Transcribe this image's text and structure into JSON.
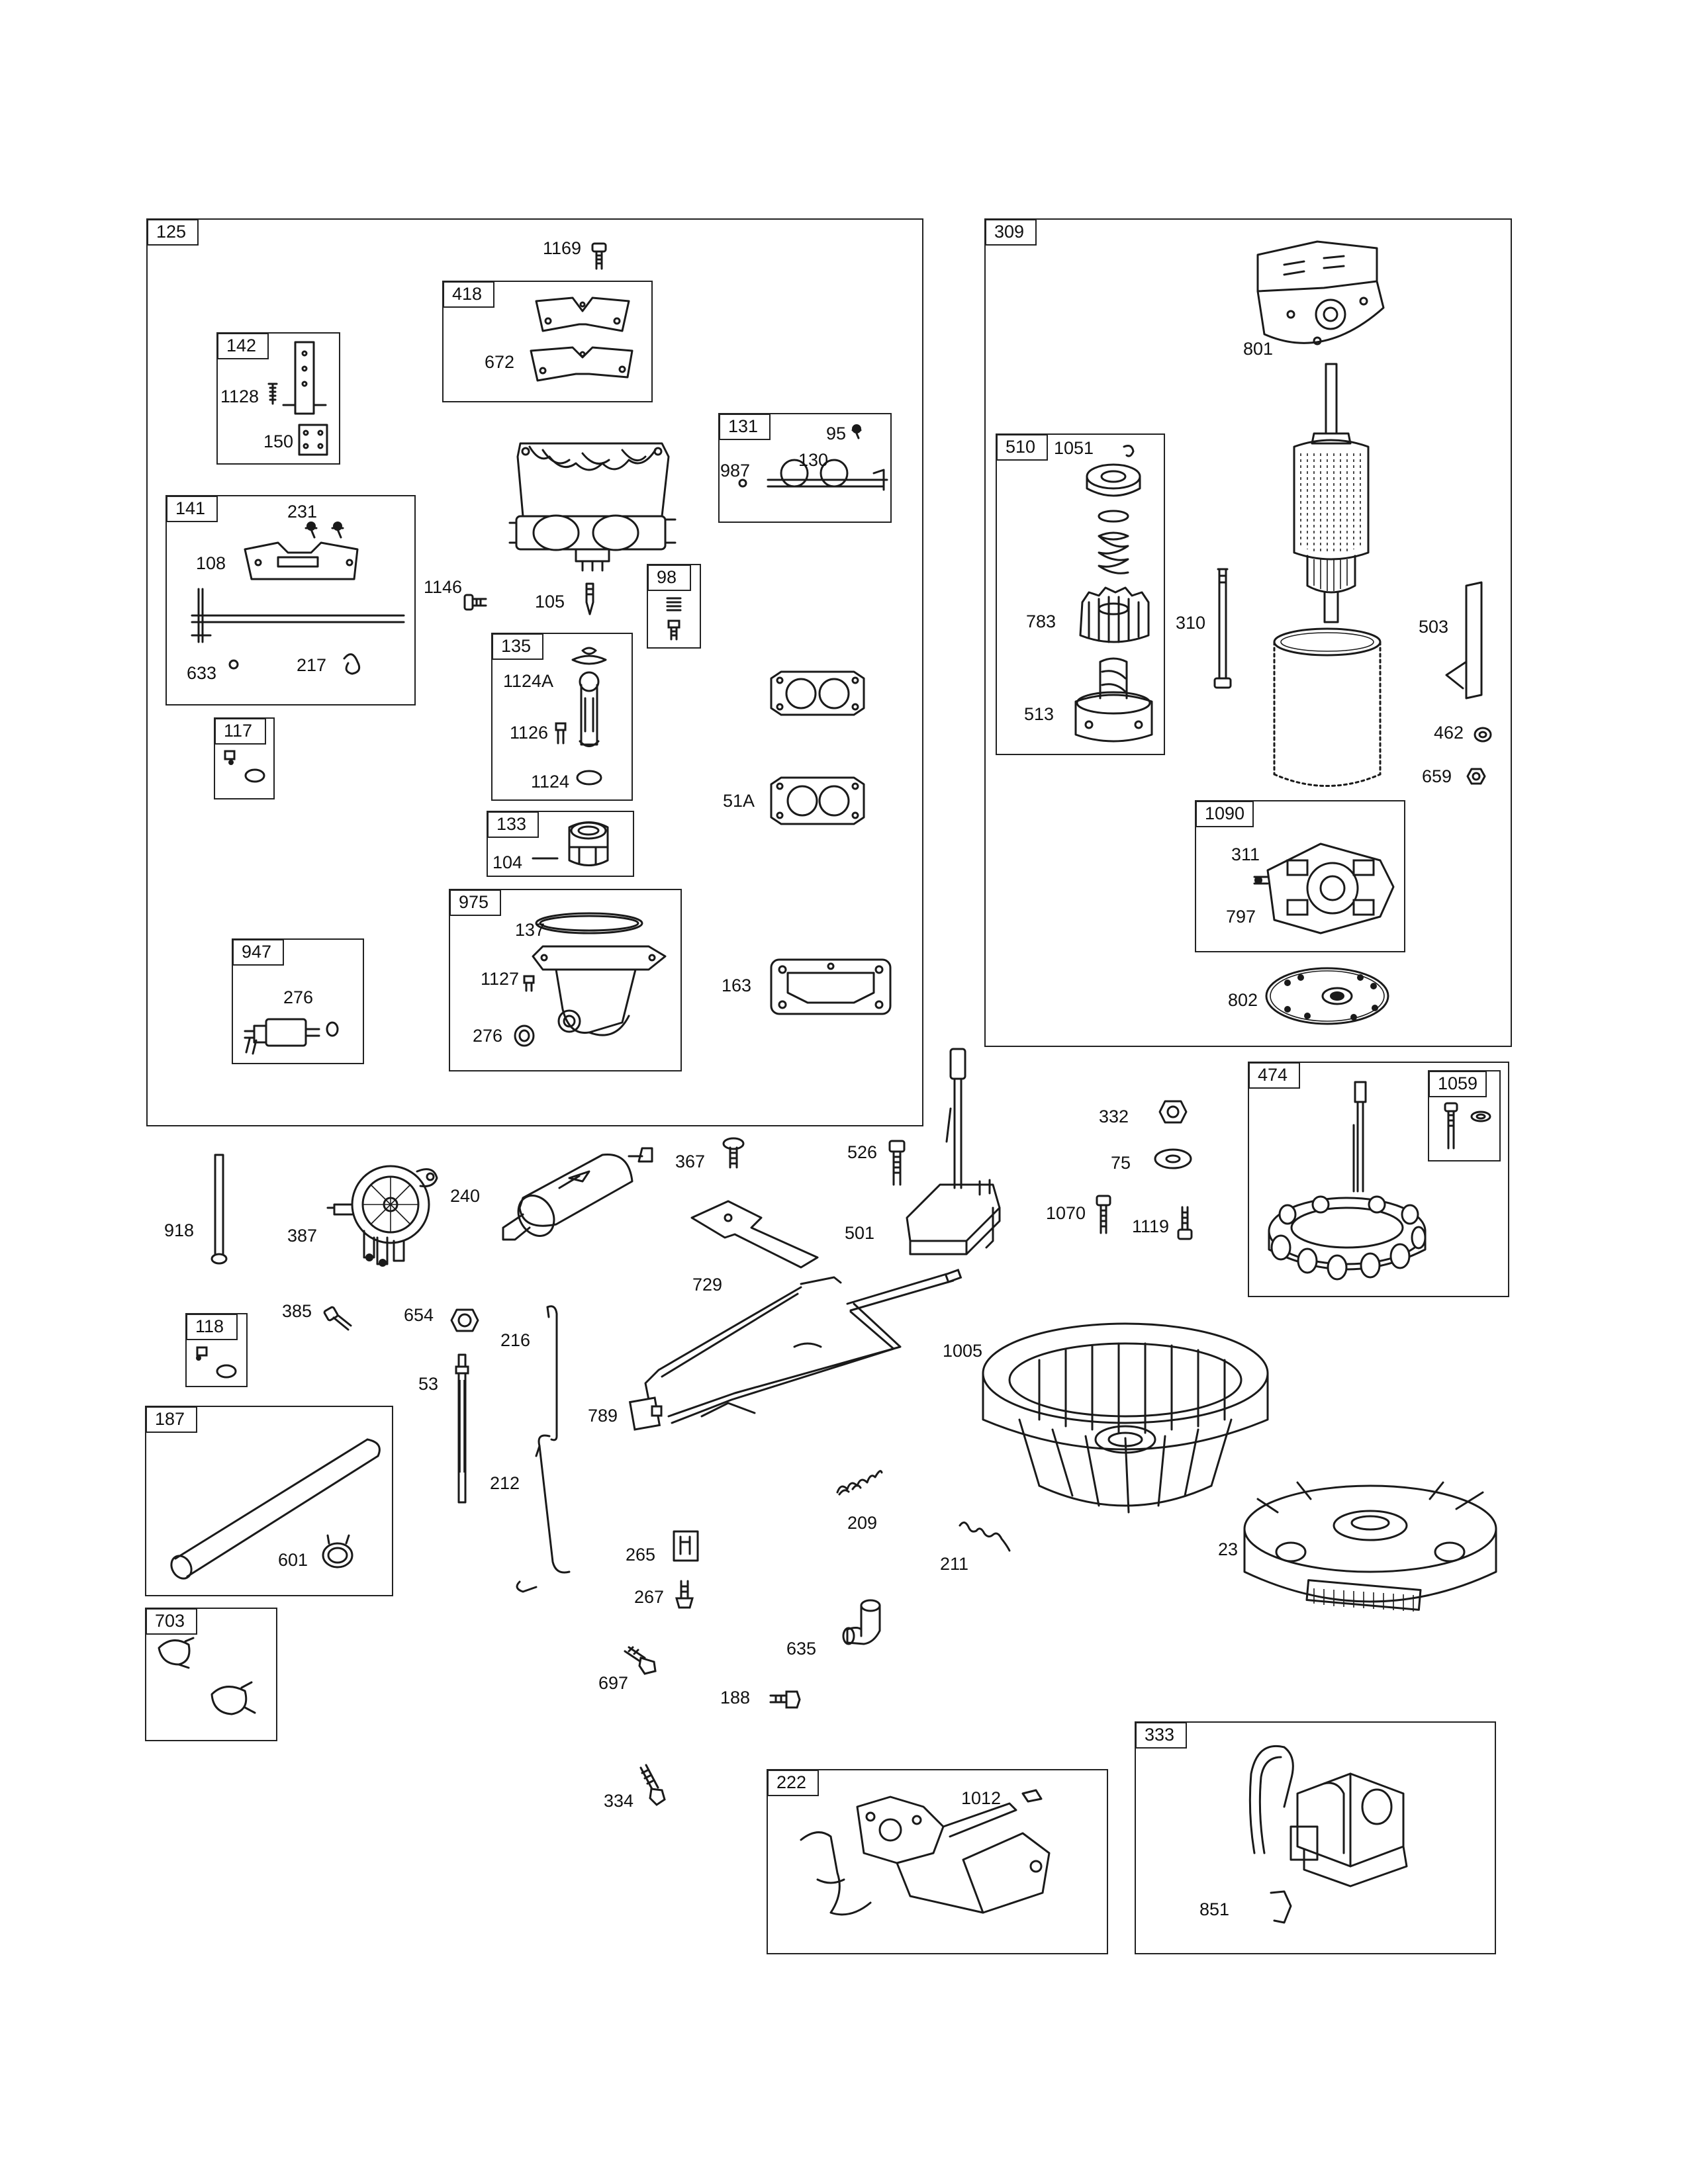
{
  "boxes": {
    "b125": "125",
    "b309": "309",
    "b142": "142",
    "b418": "418",
    "b131": "131",
    "b141": "141",
    "b98": "98",
    "b135": "135",
    "b117": "117",
    "b510": "510",
    "b133": "133",
    "b975": "975",
    "b947": "947",
    "b1090": "1090",
    "b474": "474",
    "b1059": "1059",
    "b118": "118",
    "b187": "187",
    "b703": "703",
    "b222": "222",
    "b333": "333"
  },
  "parts": {
    "p1169": "1169",
    "p672": "672",
    "p1128": "1128",
    "p150": "150",
    "p95": "95",
    "p987": "987",
    "p130": "130",
    "p231": "231",
    "p108": "108",
    "p1146": "1146",
    "p105": "105",
    "p633": "633",
    "p217": "217",
    "p1124A": "1124A",
    "p1126": "1126",
    "p1124": "1124",
    "p51A": "51A",
    "p104": "104",
    "p137": "137",
    "p1127": "1127",
    "p276a": "276",
    "p276b": "276",
    "p163": "163",
    "p801": "801",
    "p1051": "1051",
    "p783": "783",
    "p310": "310",
    "p503": "503",
    "p513": "513",
    "p462": "462",
    "p659": "659",
    "p311": "311",
    "p797": "797",
    "p802": "802",
    "p332": "332",
    "p75": "75",
    "p1070": "1070",
    "p1119": "1119",
    "p367": "367",
    "p526": "526",
    "p240": "240",
    "p918": "918",
    "p387": "387",
    "p501": "501",
    "p729": "729",
    "p385": "385",
    "p654": "654",
    "p216": "216",
    "p1005": "1005",
    "p53": "53",
    "p789": "789",
    "p601": "601",
    "p212": "212",
    "p209": "209",
    "p211": "211",
    "p23": "23",
    "p265": "265",
    "p267": "267",
    "p635": "635",
    "p697": "697",
    "p188": "188",
    "p1012": "1012",
    "p334": "334",
    "p851": "851"
  }
}
